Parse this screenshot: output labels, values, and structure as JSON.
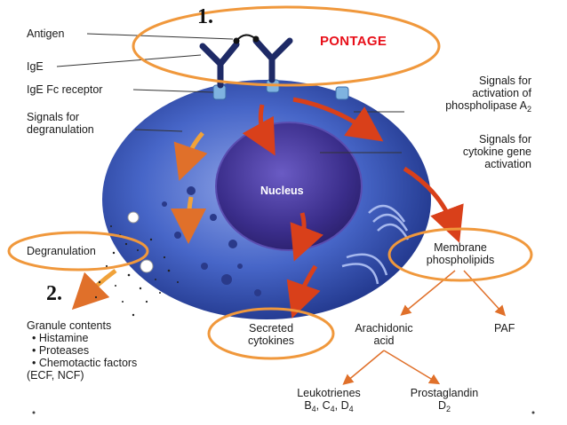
{
  "labels": {
    "antigen": "Antigen",
    "ige": "IgE",
    "ige_fc_receptor": "IgE Fc receptor",
    "signals_degranulation": [
      "Signals for",
      "degranulation"
    ],
    "signals_phospholipase": [
      "Signals for",
      "activation of",
      "phospholipase A",
      "2"
    ],
    "signals_cytokine": [
      "Signals for",
      "cytokine gene",
      "activation"
    ],
    "nucleus": "Nucleus",
    "degranulation": "Degranulation",
    "membrane_phospholipids": [
      "Membrane",
      "phospholipids"
    ],
    "granule_contents_title": "Granule contents",
    "granule_items": [
      "• Histamine",
      "• Proteases",
      "• Chemotactic factors",
      "(ECF, NCF)"
    ],
    "secreted_cytokines": [
      "Secreted",
      "cytokines"
    ],
    "arachidonic_acid": [
      "Arachidonic",
      "acid"
    ],
    "paf": "PAF",
    "leukotrienes": [
      "Leukotrienes",
      "B",
      "4",
      ", C",
      "4",
      ", D",
      "4"
    ],
    "prostaglandin": [
      "Prostaglandin",
      "D",
      "2"
    ]
  },
  "annotations": {
    "step1": "1.",
    "step2": "2.",
    "pontage": "PONTAGE"
  },
  "colors": {
    "highlight_ellipse": "#f0983c",
    "pontage_text": "#e8101a",
    "cell_blue": "#3a55b8",
    "nucleus": "#3a2d8a",
    "antibody": "#1e2a66",
    "red_arrow": "#d9401a",
    "orange_arrow": "#f0a23a",
    "pathway_arrow": "#e0702a"
  }
}
